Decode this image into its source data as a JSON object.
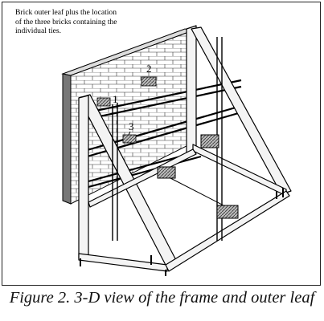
{
  "annotation": {
    "lines": [
      "Brick outer leaf plus the location",
      "of the three bricks containing the",
      "individual ties."
    ]
  },
  "labels": {
    "brick_1": "1",
    "brick_2": "2",
    "brick_3": "3"
  },
  "caption": "Figure 2. 3-D view of the frame and outer leaf",
  "colors": {
    "ink": "#000000",
    "brick_fill": "#ffffff",
    "hatch": "#555555",
    "frame_fill": "#f4f4f4"
  }
}
